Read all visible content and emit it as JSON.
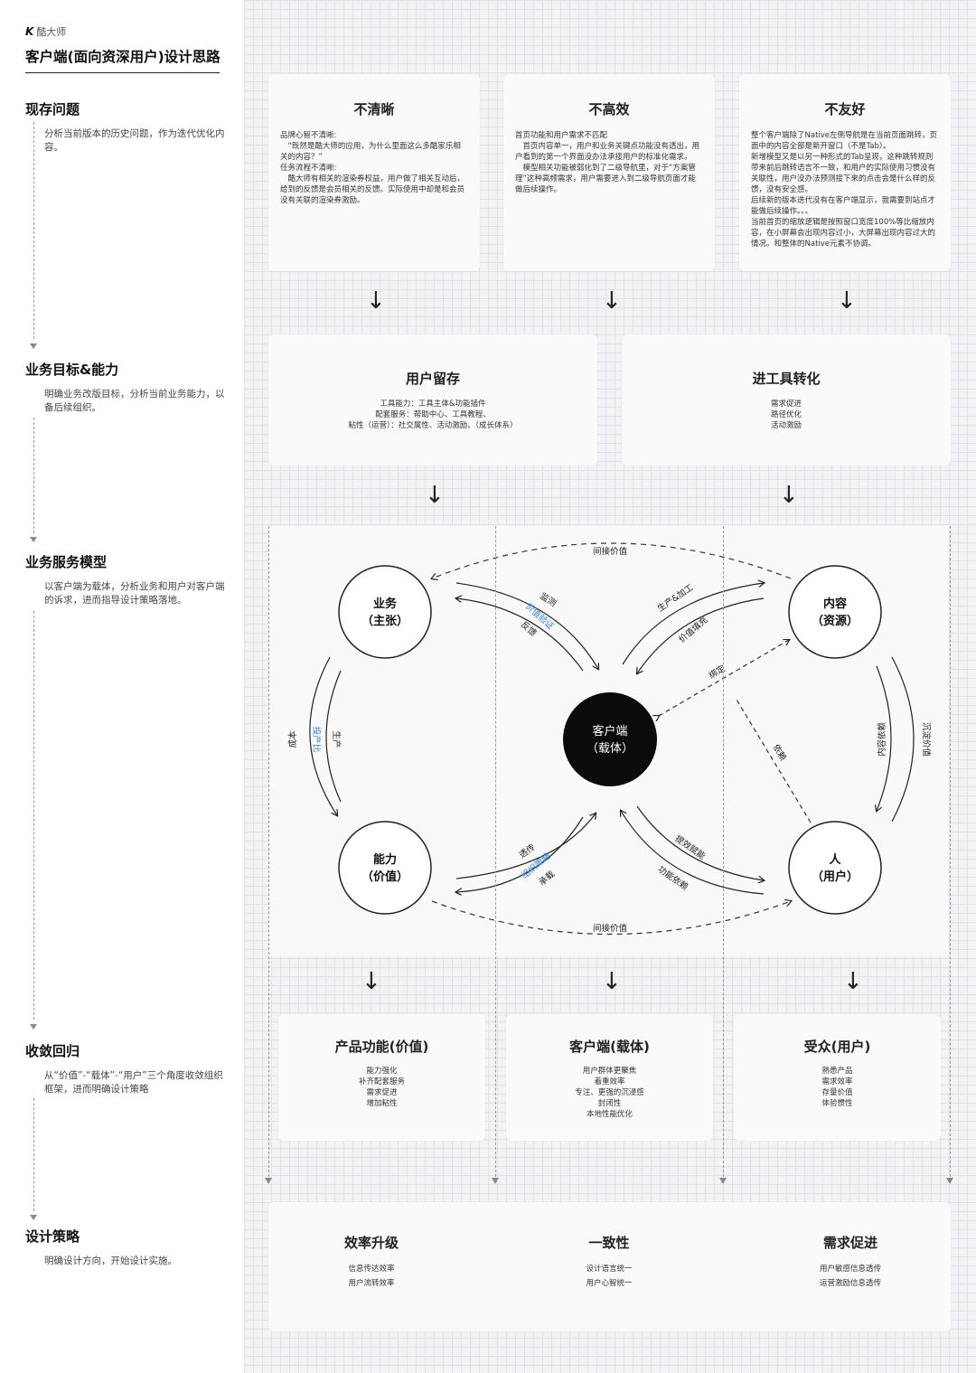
{
  "header": {
    "logo_mark": "K",
    "logo_text": "酷大师",
    "title": "客户端(面向资深用户)设计思路"
  },
  "sections": [
    {
      "title": "现存问题",
      "desc": "分析当前版本的历史问题，作为迭代优化内容。"
    },
    {
      "title": "业务目标&能力",
      "desc": "明确业务改版目标，分析当前业务能力，以备后续组织。"
    },
    {
      "title": "业务服务模型",
      "desc": "以客户端为载体，分析业务和用户对客户端的诉求，进而指导设计策略落地。"
    },
    {
      "title": "收敛回归",
      "desc": "从“价值”-“载体”-“用户”三个角度收敛组织框架，进而明确设计策略"
    },
    {
      "title": "设计策略",
      "desc": "明确设计方向，开始设计实施。"
    }
  ],
  "problems": [
    {
      "title": "不清晰",
      "lines": [
        "品牌心智不清晰:",
        "　“既然是酷大师的应用，为什么里面这么多酷家乐相关的内容？”",
        "任务流程不清晰:",
        "　酷大师有相关的渲染券权益，用户做了相关互动后，给到的反馈是会员相关的反馈。实际使用中却是和会员没有关联的渲染券激励。"
      ]
    },
    {
      "title": "不高效",
      "lines": [
        "首页功能和用户需求不匹配",
        "　首页内容单一，用户和业务关键点功能没有透出，用户看到的第一个界面没办法承接用户的标准化需求。",
        "　模型相关功能被弱化到了二级导航里，对于“方案管理”这种高频需求，用户需要进入到二级导航页面才能做后续操作。"
      ]
    },
    {
      "title": "不友好",
      "lines": [
        "整个客户端除了Native左侧导航是在当前页面跳转，页面中的内容全部是新开窗口（不是Tab）。",
        "新增模型又是以另一种形式的Tab呈现，这种跳转规则带来前后跳转语言不一致，和用户的实际使用习惯没有关联性，用户没办法预测接下来的点击会是什么样的反馈，没有安全感。",
        "后续新的版本迭代没有在客户端显示，我需要到站点才能做后续操作。。。",
        "当前首页的缩放逻辑是按照窗口宽度100%等比缩放内容，在小屏幕会出现内容过小，大屏幕出现内容过大的情况。和整体的Native元素不协调。"
      ]
    }
  ],
  "goals": [
    {
      "title": "用户留存",
      "lines": [
        "工具能力：工具主体&功能插件",
        "配套服务：帮助中心、工具教程、",
        "粘性（运营）：社交属性、活动激励、（成长体系）"
      ]
    },
    {
      "title": "进工具转化",
      "lines": [
        "需求促进",
        "路径优化",
        "活动激励"
      ]
    }
  ],
  "model": {
    "nodes": {
      "business": {
        "line1": "业务",
        "line2": "（主张）"
      },
      "content": {
        "line1": "内容",
        "line2": "（资源）"
      },
      "ability": {
        "line1": "能力",
        "line2": "（价值）"
      },
      "user": {
        "line1": "人",
        "line2": "（用户）"
      },
      "center": {
        "line1": "客户端",
        "line2": "（载体）"
      }
    },
    "labels": {
      "top_indirect": "间接价值",
      "bottom_indirect": "间接价值",
      "monitor": "监测",
      "value_verify": "价值验证",
      "feedback": "反馈",
      "produce": "生产&加工",
      "value_fill": "价值填充",
      "bind": "绑定",
      "depend": "依赖",
      "cost": "成本",
      "ratio": "投产比",
      "output": "生产",
      "content_dep": "内容依赖",
      "deposit": "沉淀价值",
      "transmit": "透传",
      "strategy": "组织策略",
      "carry": "承载",
      "efficiency": "提效赋能",
      "func_dep": "功能依赖"
    },
    "accent_color": "#2f7fe0"
  },
  "converge": [
    {
      "title": "产品功能(价值)",
      "lines": [
        "能力强化",
        "补齐配套服务",
        "需求促进",
        "增加粘性"
      ]
    },
    {
      "title": "客户端(载体)",
      "lines": [
        "用户群体更聚焦",
        "着重效率",
        "专注、更强的沉浸感",
        "封闭性",
        "本地性能优化"
      ]
    },
    {
      "title": "受众(用户)",
      "lines": [
        "熟悉产品",
        "需求效率",
        "存量价值",
        "体验惯性"
      ]
    }
  ],
  "strategy": [
    {
      "title": "效率升级",
      "lines": [
        "信息传达效率",
        "用户流转效率"
      ]
    },
    {
      "title": "一致性",
      "lines": [
        "设计语言统一",
        "用户心智统一"
      ]
    },
    {
      "title": "需求促进",
      "lines": [
        "用户敏感信息透传",
        "运营激励信息透传"
      ]
    }
  ],
  "arrow_glyph": "↓"
}
